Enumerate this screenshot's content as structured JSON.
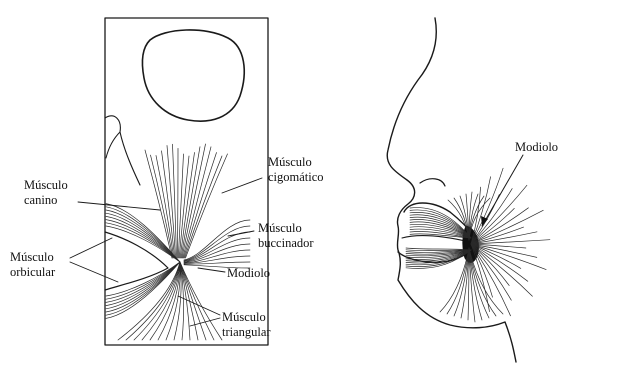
{
  "labels": {
    "canino": [
      "Músculo",
      "canino"
    ],
    "orbicular": [
      "Músculo",
      "orbicular"
    ],
    "cigomatico": [
      "Músculo",
      "cigomático"
    ],
    "buccinador": [
      "Músculo",
      "buccinador"
    ],
    "modiolo_left": [
      "Modiolo"
    ],
    "triangular": [
      "Músculo",
      "triangular"
    ],
    "modiolo_right": [
      "Modiolo"
    ]
  }
}
